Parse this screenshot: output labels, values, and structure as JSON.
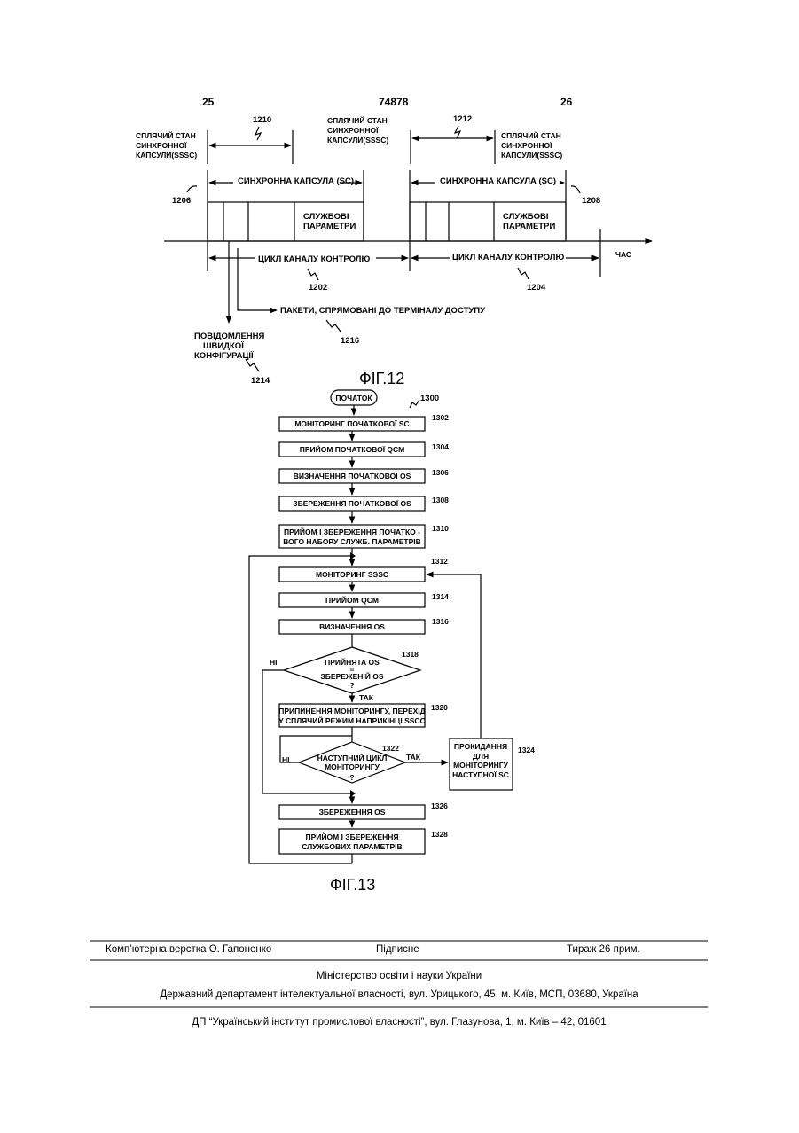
{
  "header": {
    "left_page": "25",
    "patent_number": "74878",
    "right_page": "26"
  },
  "fig12": {
    "caption": "ФІГ.12",
    "sleep_state_label": [
      "СПЛЯЧИЙ СТАН",
      "СИНХРОННОЇ",
      "КАПСУЛИ(SSSC)"
    ],
    "sleep_state_mid_label": [
      "СПЛЯЧИЙ СТАН",
      "СИНХРОННОЇ",
      "КАПСУЛИ(SSSC)"
    ],
    "sleep_state_right_label": [
      "СПЛЯЧИЙ СТАН",
      "СИНХРОННОЇ",
      "КАПСУЛИ(SSSC)"
    ],
    "ref_1210": "1210",
    "ref_1212": "1212",
    "sync_capsule_left": "СИНХРОННА КАПСУЛА  (SC)",
    "sync_capsule_right": "СИНХРОННА КАПСУЛА  (SC)",
    "ref_1206": "1206",
    "ref_1208": "1208",
    "service_params_left": [
      "СЛУЖБОВІ",
      "ПАРАМЕТРИ"
    ],
    "service_params_right": [
      "СЛУЖБОВІ",
      "ПАРАМЕТРИ"
    ],
    "time_label": "ЧАС",
    "control_cycle_left": "ЦИКЛ КАНАЛУ КОНТРОЛЮ",
    "control_cycle_right": "ЦИКЛ КАНАЛУ КОНТРОЛЮ",
    "ref_1202": "1202",
    "ref_1204": "1204",
    "packets_label": "ПАКЕТИ, СПРЯМОВАНІ ДО ТЕРМІНАЛУ ДОСТУПУ",
    "ref_1216": "1216",
    "quick_config_label": [
      "ПОВІДОМЛЕННЯ",
      "ШВИДКОЇ",
      "КОНФІГУРАЦІЇ"
    ],
    "ref_1214": "1214"
  },
  "fig13": {
    "caption": "ФІГ.13",
    "start_label": "ПОЧАТОК",
    "ref_1300": "1300",
    "boxes": [
      {
        "ref": "1302",
        "lines": [
          "МОНІТОРИНГ ПОЧАТКОВОЇ SC"
        ]
      },
      {
        "ref": "1304",
        "lines": [
          "ПРИЙОМ ПОЧАТКОВОЇ QCM"
        ]
      },
      {
        "ref": "1306",
        "lines": [
          "ВИЗНАЧЕННЯ ПОЧАТКОВОЇ OS"
        ]
      },
      {
        "ref": "1308",
        "lines": [
          "ЗБЕРЕЖЕННЯ ПОЧАТКОВОЇ OS"
        ]
      },
      {
        "ref": "1310",
        "lines": [
          "ПРИЙОМ І ЗБЕРЕЖЕННЯ ПОЧАТКО -",
          "ВОГО НАБОРУ СЛУЖБ. ПАРАМЕТРІВ"
        ]
      },
      {
        "ref": "1312",
        "lines": [
          "МОНІТОРИНГ SSSC"
        ]
      },
      {
        "ref": "1314",
        "lines": [
          "ПРИЙОМ QCM"
        ]
      },
      {
        "ref": "1316",
        "lines": [
          "ВИЗНАЧЕННЯ OS"
        ]
      }
    ],
    "decision_1318": {
      "ref": "1318",
      "lines": [
        "ПРИЙНЯТА OS",
        "=",
        "ЗБЕРЕЖЕНІЙ OS",
        "?"
      ],
      "no": "НІ",
      "yes": "ТАК"
    },
    "box_1320": {
      "ref": "1320",
      "lines": [
        "ПРИПИНЕННЯ МОНІТОРИНГУ, ПЕРЕХІД",
        "У СПЛЯЧИЙ РЕЖИМ НАПРИКІНЦІ SSCC"
      ]
    },
    "decision_1322": {
      "ref": "1322",
      "lines": [
        "НАСТУПНИЙ ЦИКЛ",
        "МОНІТОРИНГУ",
        "?"
      ],
      "no": "НІ",
      "yes": "ТАК"
    },
    "box_1324": {
      "ref": "1324",
      "lines": [
        "ПРОКИДАННЯ",
        "ДЛЯ",
        "МОНІТОРИНГУ",
        "НАСТУПНОЇ SC"
      ]
    },
    "box_1326": {
      "ref": "1326",
      "lines": [
        "ЗБЕРЕЖЕННЯ  OS"
      ]
    },
    "box_1328": {
      "ref": "1328",
      "lines": [
        "ПРИЙОМ І ЗБЕРЕЖЕННЯ",
        "СЛУЖБОВИХ ПАРАМЕТРІВ"
      ]
    }
  },
  "footer": {
    "layout_by": "Комп’ютерна верстка О. Гапоненко",
    "signed": "Підписне",
    "circulation": "Тираж 26 прим.",
    "ministry": "Міністерство освіти і науки України",
    "department": "Державний департамент інтелектуальної власності, вул. Урицького, 45, м. Київ, МСП, 03680, Україна",
    "institute": "ДП “Український інститут промислової власності”, вул. Глазунова, 1, м. Київ – 42, 01601"
  }
}
